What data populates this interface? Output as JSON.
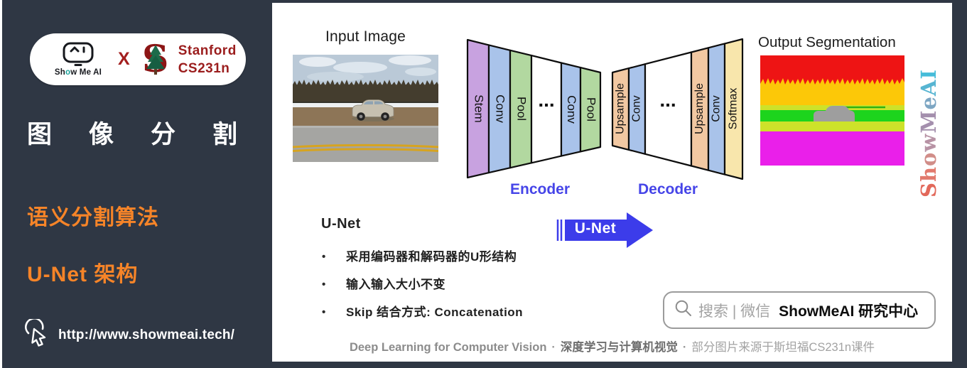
{
  "sidebar": {
    "logo": {
      "showmeai_pre": "Sh",
      "showmeai_o": "o",
      "showmeai_post": "w Me AI",
      "x_label": "X",
      "stanford_s": "S",
      "stanford_line1": "Stanford",
      "stanford_line2": "CS231n"
    },
    "title_chars": [
      "图",
      "像",
      "分",
      "割"
    ],
    "subtitle_1": "语义分割算法",
    "subtitle_2": "U-Net 架构",
    "url": "http://www.showmeai.tech/"
  },
  "main": {
    "input_label": "Input Image",
    "output_label": "Output Segmentation",
    "encoder": {
      "caption": "Encoder",
      "bars": [
        "Stem",
        "Conv",
        "Pool",
        "Conv",
        "Pool"
      ],
      "dots": "..."
    },
    "decoder": {
      "caption": "Decoder",
      "bars": [
        "Upsample",
        "Conv",
        "Upsample",
        "Conv",
        "Softmax"
      ],
      "dots": "..."
    },
    "unet": {
      "heading": "U-Net",
      "arrow_label": "U-Net",
      "bullets": [
        "采用编码器和解码器的U形结构",
        "输入输入大小不变",
        "Skip 结合方式: Concatenation"
      ]
    },
    "search": {
      "prefix": "搜索 | 微信",
      "brand": "ShowMeAI 研究中心"
    },
    "footer": {
      "part1": "Deep Learning for Computer Vision",
      "sep": "·",
      "part2": "深度学习与计算机视觉",
      "part3": "部分图片来源于斯坦福CS231n课件"
    },
    "watermark": {
      "text": "ShowMeAI",
      "letter_colors": [
        "#e2685a",
        "#e27a6d",
        "#d18d88",
        "#b792a4",
        "#a48fad",
        "#7da6c3",
        "#57b5d2",
        "#45bcd9"
      ]
    }
  },
  "colors": {
    "sidebar_bg": "#2f3744",
    "accent_orange": "#f68428",
    "label_blue": "#4645e8",
    "arrow_blue": "#3c3cea",
    "bar_stem": "#c8a2e0",
    "bar_conv": "#a9c3ea",
    "bar_pool": "#b2d8a0",
    "bar_upsample": "#f2c8a2",
    "bar_softmax": "#f8e6ac",
    "seg_red": "#ee1414",
    "seg_yellow": "#fcc808",
    "seg_yellowgreen": "#cde22a",
    "seg_green": "#1dd41d",
    "seg_magenta": "#ea1fea",
    "stanford_red": "#8c1515"
  }
}
